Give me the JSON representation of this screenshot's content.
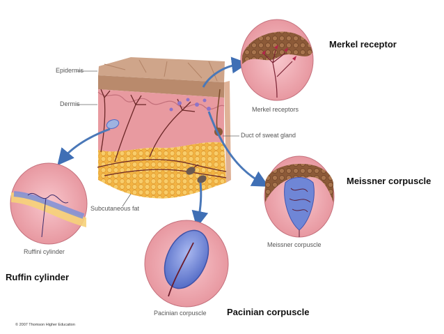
{
  "diagram": {
    "structure_labels": {
      "epidermis": "Epidermis",
      "dermis": "Dermis",
      "duct": "Duct of sweat gland",
      "subcutaneous_fat": "Subcutaneous fat"
    },
    "receptors": {
      "merkel": {
        "caption": "Merkel receptors",
        "title": "Merkel receptor"
      },
      "meissner": {
        "caption": "Meissner corpuscle",
        "title": "Meissner corpuscle"
      },
      "ruffini": {
        "caption": "Ruffini cylinder",
        "title": "Ruffin cylinder"
      },
      "pacinian": {
        "caption": "Pacinian corpuscle",
        "title": "Pacinian corpuscle"
      }
    },
    "copyright": "© 2007 Thomson Higher Education"
  },
  "colors": {
    "arrow": "#4a78b8",
    "epidermis": "#b48a6a",
    "dermis": "#e99ba0",
    "fat": "#f0b44a",
    "nerve": "#6a2a2a",
    "corpuscle_blue": "#6f86d6",
    "pink_tissue": "#f2a8b0",
    "brown_tissue": "#8a5a3a"
  }
}
